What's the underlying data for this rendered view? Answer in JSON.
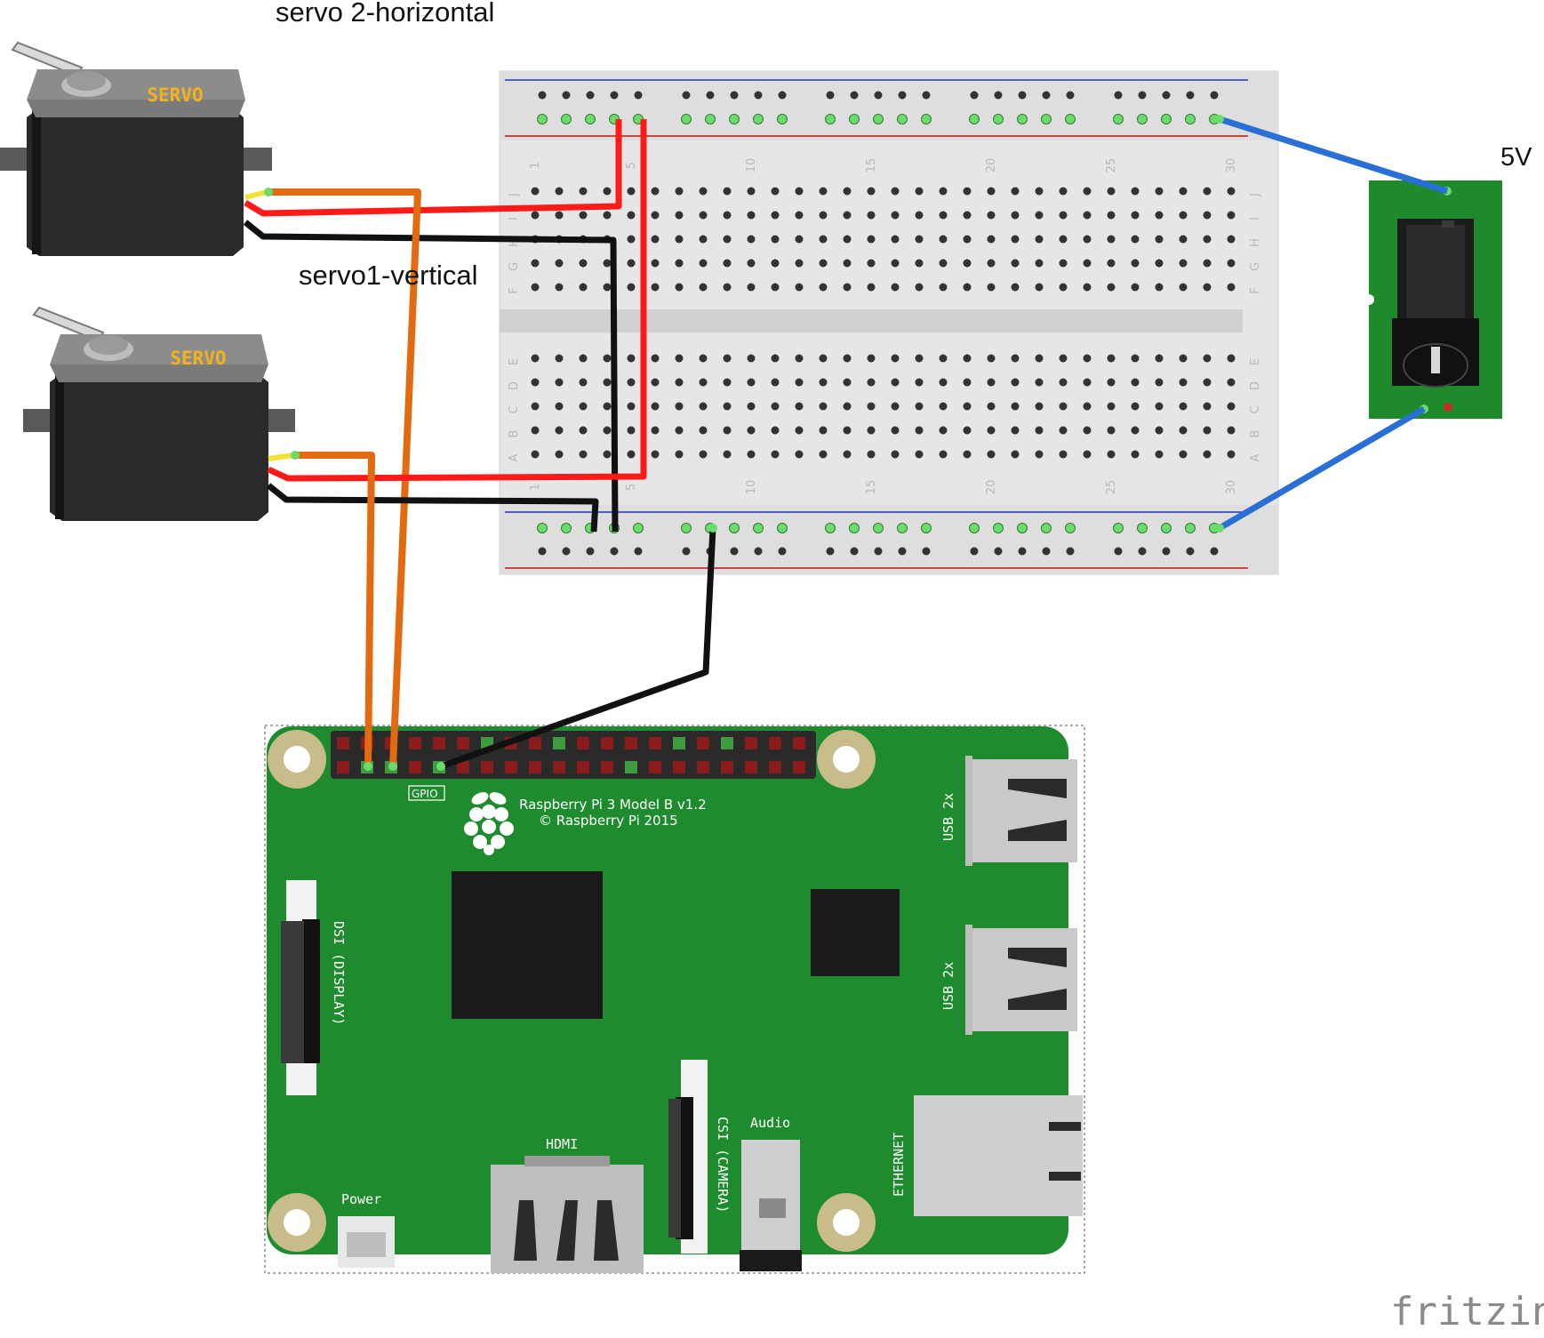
{
  "labels": {
    "servo2": "servo 2-horizontal",
    "servo1": "servo1-vertical",
    "power_5v": "5V"
  },
  "servo": {
    "brand": "SERVO"
  },
  "breadboard": {
    "row_letters_top": [
      "J",
      "I",
      "H",
      "G",
      "F"
    ],
    "row_letters_bottom": [
      "E",
      "D",
      "C",
      "B",
      "A"
    ],
    "column_numbers": [
      "1",
      "5",
      "10",
      "15",
      "20",
      "25",
      "30"
    ]
  },
  "pi": {
    "model_line1": "Raspberry Pi 3 Model B v1.2",
    "model_line2": "© Raspberry Pi 2015",
    "gpio": "GPIO",
    "usb_top": "USB 2x",
    "usb_bottom": "USB 2x",
    "dsi": "DSI (DISPLAY)",
    "csi": "CSI (CAMERA)",
    "hdmi": "HDMI",
    "audio": "Audio",
    "ethernet": "ETHERNET",
    "power": "Power"
  },
  "brand": {
    "wordmark": "fritzing"
  },
  "colors": {
    "pcb": "#1e8c2e",
    "wire_red": "#ff1a1a",
    "wire_black": "#111111",
    "wire_orange": "#e36a10",
    "wire_blue": "#2a6fd6",
    "wire_yellow": "#f2e23a"
  }
}
